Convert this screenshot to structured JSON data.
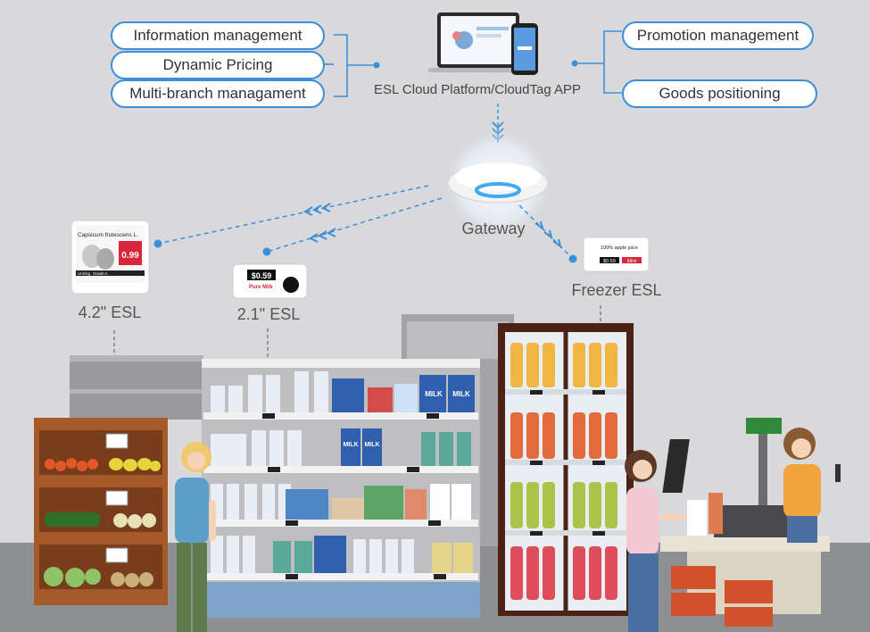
{
  "features_left": [
    "Information management",
    "Dynamic Pricing",
    "Multi-branch managament"
  ],
  "features_right": [
    "Promotion management",
    "Goods positioning"
  ],
  "platform_label": "ESL Cloud Platform/CloudTag APP",
  "gateway_label": "Gateway",
  "esl_42": {
    "label": "4.2\" ESL",
    "product": "Capsicum frutescens L.",
    "price": "0.99",
    "unit": "Unit:kg",
    "grade": "Grade:A"
  },
  "esl_21": {
    "label": "2.1\" ESL",
    "price": "$0.59",
    "product": "Pure Milk"
  },
  "esl_freezer": {
    "label": "Freezer ESL",
    "product": "100% apple juice",
    "price": "$0.59",
    "badge": "58ml"
  },
  "shelf_sign": "MILK",
  "colors": {
    "accent_blue": "#3a8fd8",
    "price_red": "#d9263a",
    "background": "#d9d9db",
    "floor": "#8e8f92"
  }
}
